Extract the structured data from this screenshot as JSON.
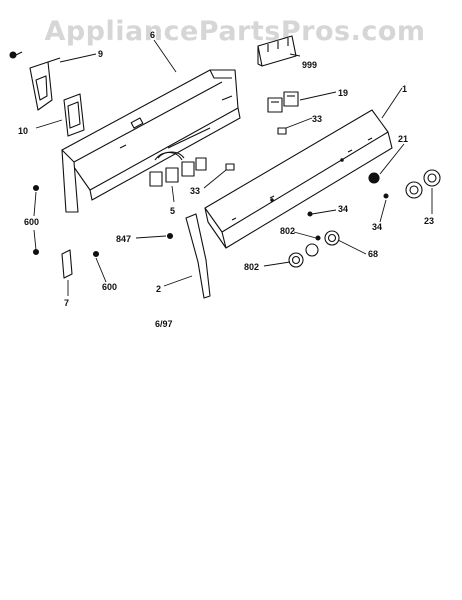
{
  "watermark": "AppliancePartsPros.com",
  "date_code": "6/97",
  "callouts": {
    "c1": "1",
    "c2": "2",
    "c5": "5",
    "c6": "6",
    "c7": "7",
    "c9": "9",
    "c10": "10",
    "c19": "19",
    "c21": "21",
    "c23": "23",
    "c33a": "33",
    "c33b": "33",
    "c34a": "34",
    "c34b": "34",
    "c68": "68",
    "c600a": "600",
    "c600b": "600",
    "c802a": "802",
    "c802b": "802",
    "c847": "847",
    "c999": "999"
  }
}
